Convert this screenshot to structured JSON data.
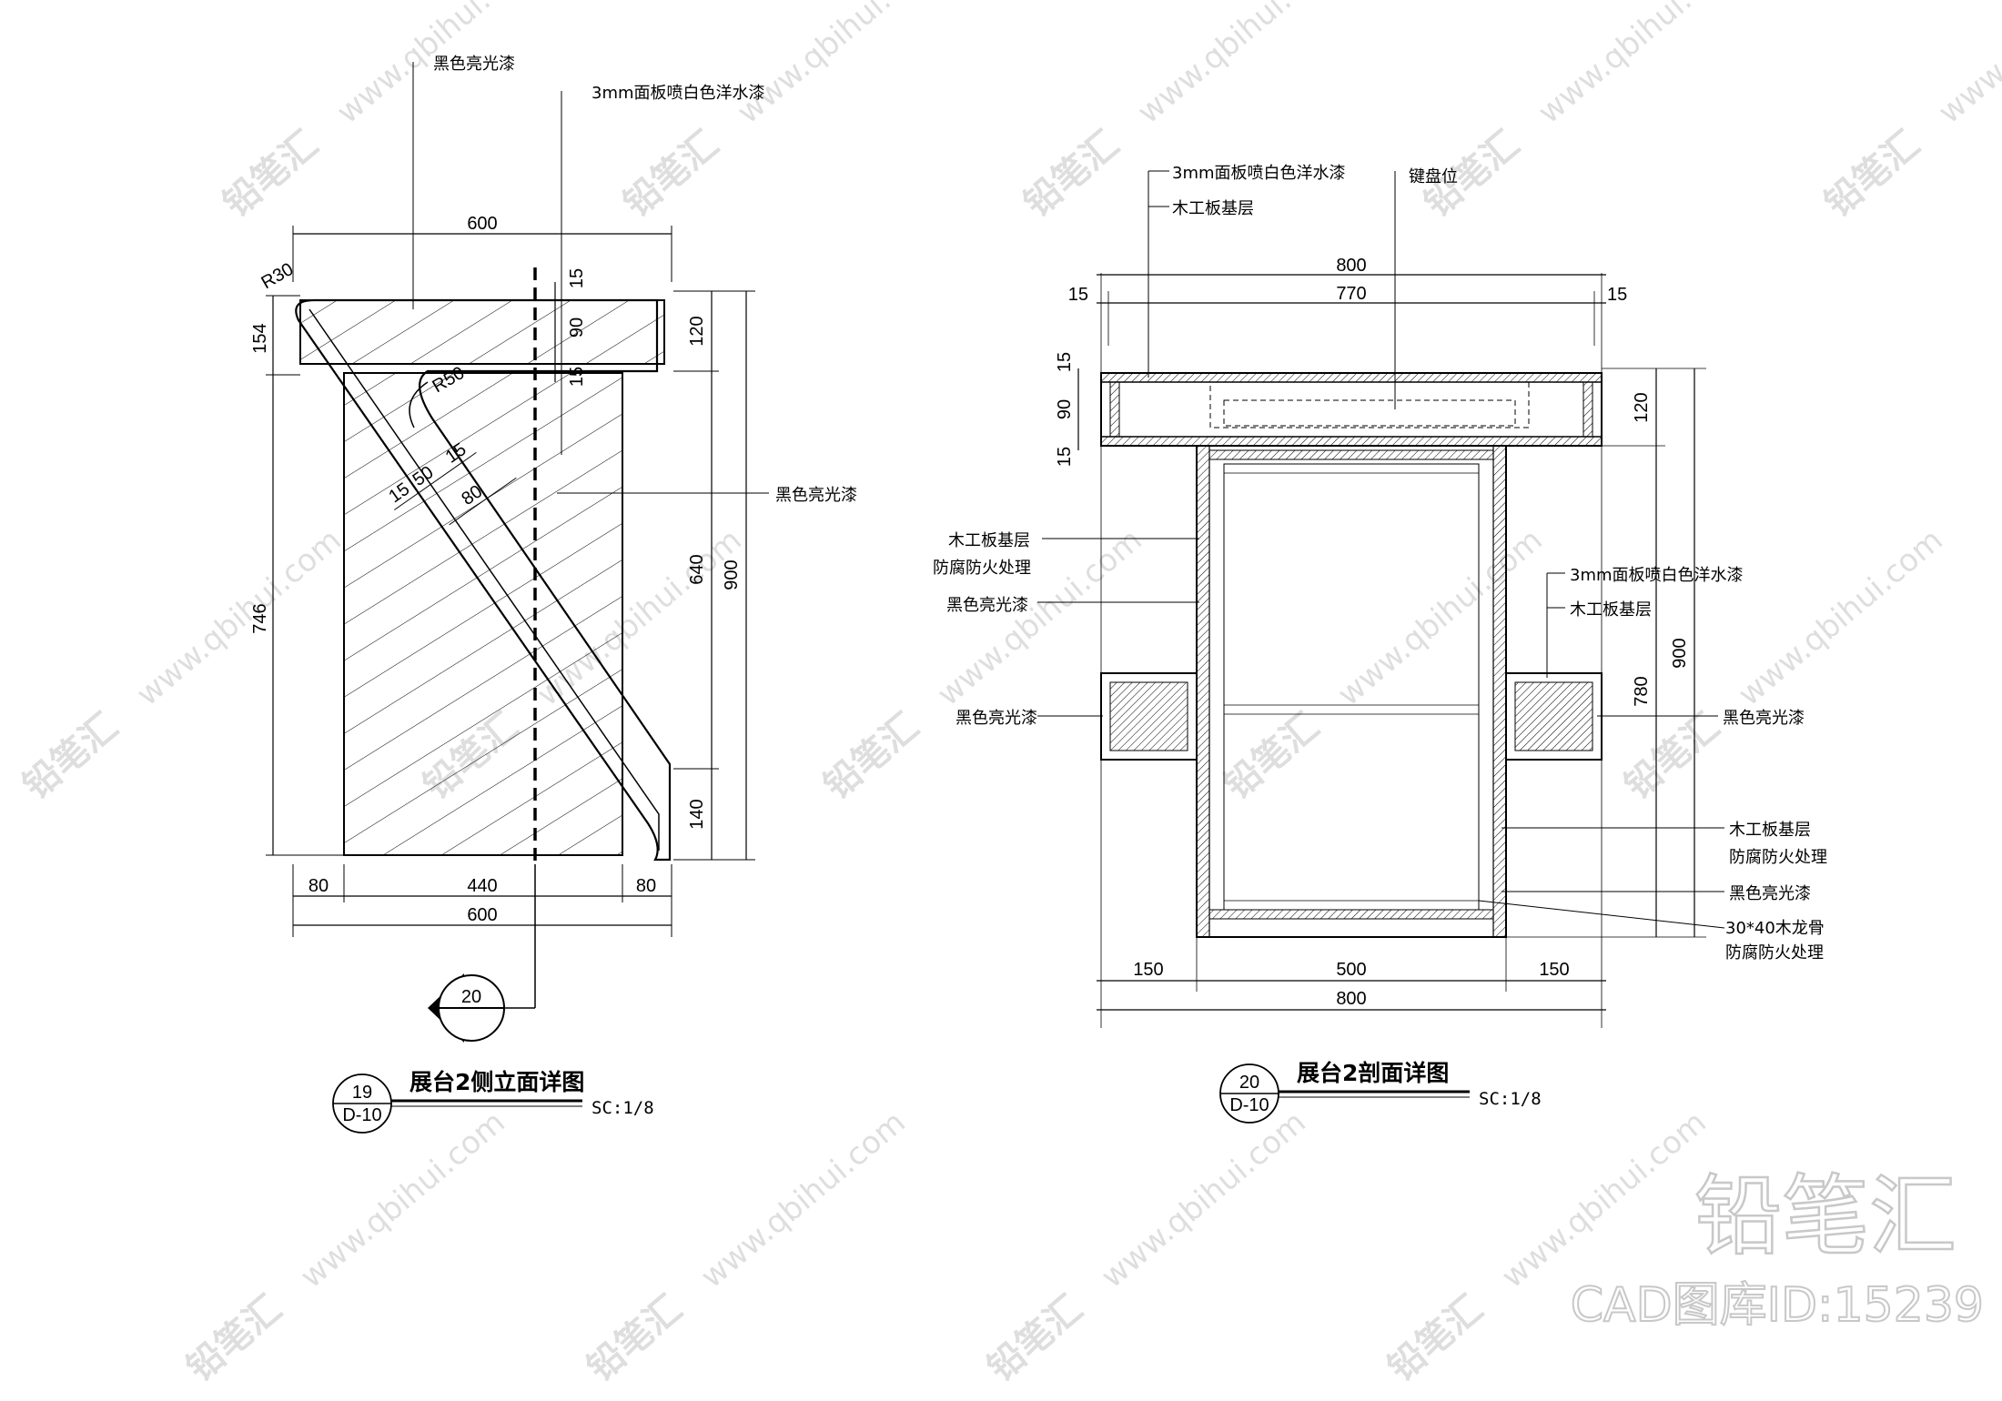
{
  "left_view": {
    "title": "展台2侧立面详图",
    "scale": "SC:1/8",
    "sheet_no": "19",
    "sheet_ref": "D-10",
    "section_marker": "20",
    "labels": {
      "top_finish": "黑色亮光漆",
      "panel_finish": "3mm面板喷白色洋水漆",
      "body_finish": "黑色亮光漆"
    },
    "dims": {
      "top_width": "600",
      "r30": "R30",
      "r50": "R50",
      "d154": "154",
      "d746": "746",
      "d15a": "15",
      "d90": "90",
      "d15b": "15",
      "d120": "120",
      "d640": "640",
      "d900": "900",
      "d140": "140",
      "d15c": "15",
      "d50": "50",
      "d15d": "15",
      "d80": "80",
      "b80a": "80",
      "b440": "440",
      "b80b": "80",
      "b600": "600"
    }
  },
  "right_view": {
    "title": "展台2剖面详图",
    "scale": "SC:1/8",
    "sheet_no": "20",
    "sheet_ref": "D-10",
    "labels": {
      "top_panel": "3mm面板喷白色洋水漆",
      "top_base": "木工板基层",
      "keyboard": "键盘位",
      "left_base_1": "木工板基层",
      "left_base_2": "防腐防火处理",
      "left_paint": "黑色亮光漆",
      "left_shelf_paint": "黑色亮光漆",
      "right_panel": "3mm面板喷白色洋水漆",
      "right_base": "木工板基层",
      "right_shelf_paint": "黑色亮光漆",
      "right_low_base_1": "木工板基层",
      "right_low_base_2": "防腐防火处理",
      "right_low_paint": "黑色亮光漆",
      "keel_1": "30*40木龙骨",
      "keel_2": "防腐防火处理"
    },
    "dims": {
      "top_800": "800",
      "top_15a": "15",
      "top_770": "770",
      "top_15b": "15",
      "l15a": "15",
      "l90": "90",
      "l15b": "15",
      "r120": "120",
      "r780": "780",
      "r900": "900",
      "b150a": "150",
      "b500": "500",
      "b150b": "150",
      "b800": "800"
    }
  },
  "watermark": {
    "brand": "铅笔汇",
    "site": "www.qbihui.com",
    "library": "CAD图库ID:15239"
  }
}
